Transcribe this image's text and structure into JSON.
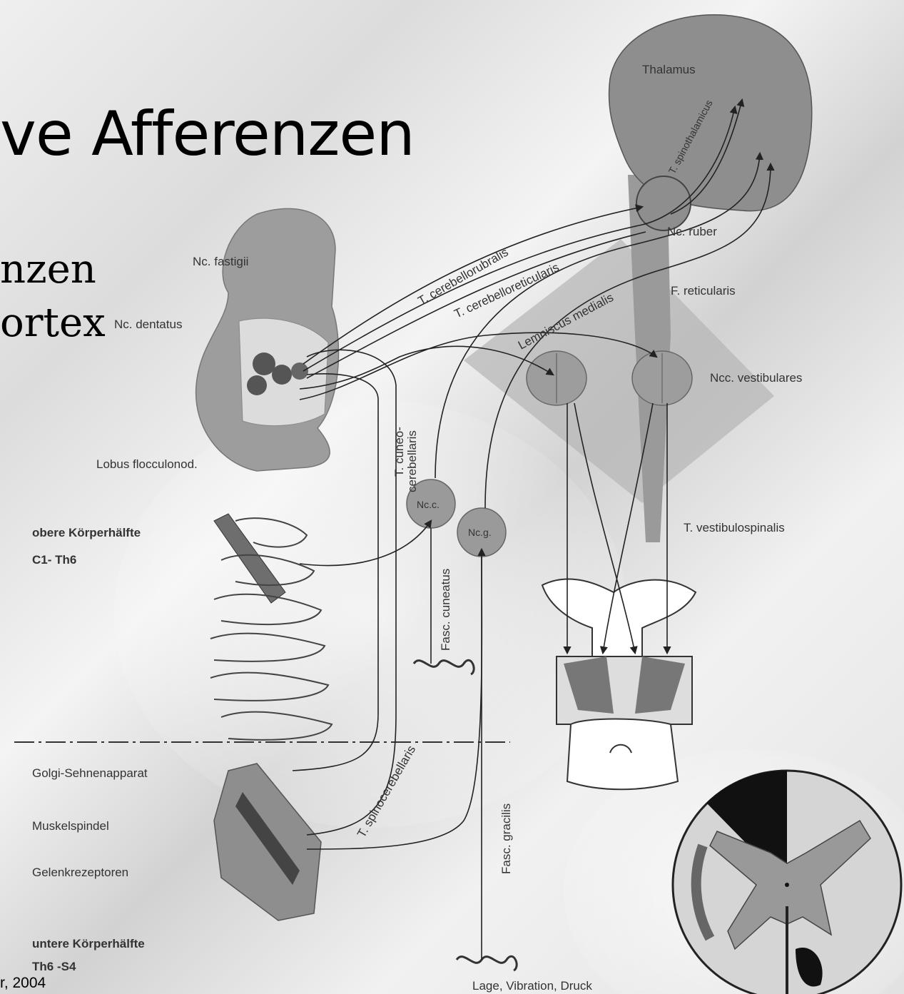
{
  "slide": {
    "title_fragment": "ve Afferenzen",
    "bullet_1_fragment": "nzen",
    "bullet_2_fragment": "ortex",
    "citation_fragment": "r, 2004"
  },
  "labels": {
    "thalamus": "Thalamus",
    "nc_fastigii": "Nc. fastigii",
    "nc_dentatus": "Nc. dentatus",
    "nc_ruber": "Nc. ruber",
    "f_reticularis": "F. reticularis",
    "ncc_vestibulares": "Ncc. vestibulares",
    "lobus_flocculonod": "Lobus flocculonod.",
    "t_cerebellorubralis": "T. cerebellorubralis",
    "t_cerebelloreticularis": "T. cerebelloreticularis",
    "lemniscus_medialis": "Lemniscus medialis",
    "t_cuneo": "T. cuneo-",
    "cerebellaris": "cerebellaris",
    "nc_c": "Nc.c.",
    "nc_g": "Nc.g.",
    "fasc_cuneatus": "Fasc. cuneatus",
    "t_vestibulospinalis": "T. vestibulospinalis",
    "obere_koerperhaelfte": "obere Körperhälfte",
    "c1_th6": "C1- Th6",
    "golgi": "Golgi-Sehnenapparat",
    "muskelspindel": "Muskelspindel",
    "gelenkrezeptoren": "Gelenkrezeptoren",
    "t_spinocerebellaris": "T. spinocerebellaris",
    "fasc_gracilis": "Fasc. gracilis",
    "untere_koerperhaelfte": "untere Körperhälfte",
    "th6_s4": "Th6 -S4",
    "lage_vibration_druck": "Lage, Vibration, Druck",
    "t_spinothalamicus": "T. spinothalamicus"
  }
}
